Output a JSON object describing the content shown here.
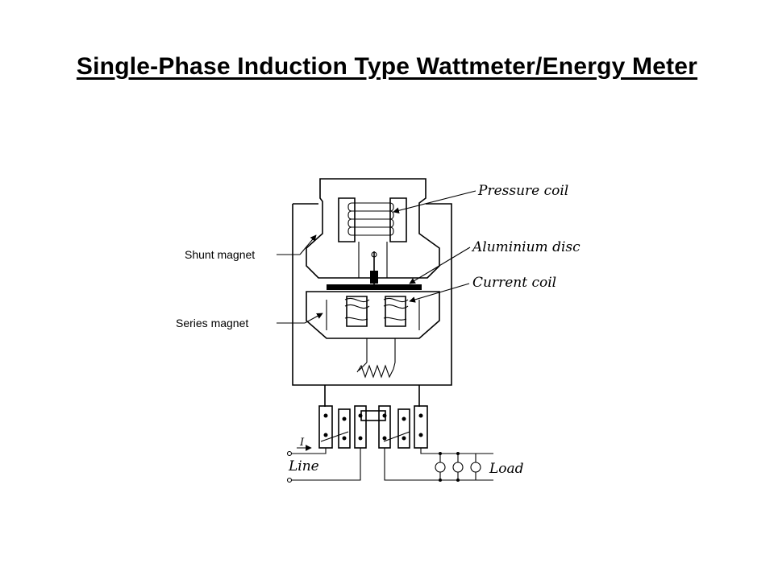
{
  "title": "Single-Phase Induction Type Wattmeter/Energy Meter",
  "labels": {
    "shunt_magnet": "Shunt magnet",
    "series_magnet": "Series magnet",
    "pressure_coil": "Pressure coil",
    "aluminium_disc": "Aluminium disc",
    "current_coil": "Current coil",
    "current_symbol": "I",
    "line": "Line",
    "load": "Load"
  }
}
